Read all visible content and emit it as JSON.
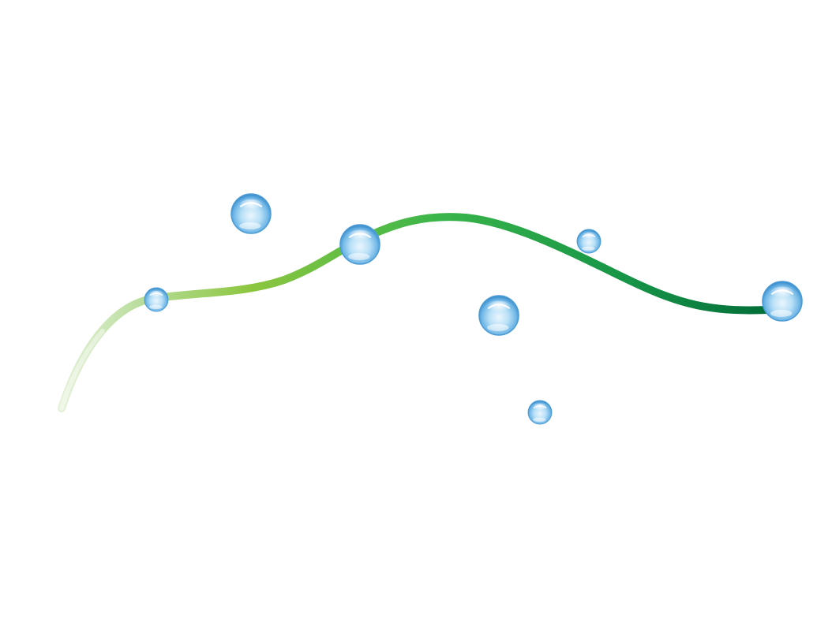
{
  "colors": {
    "background": "#ffffff",
    "curve_start": "#c6e3b3",
    "curve_light": "#8dc63f",
    "curve_mid": "#39b54a",
    "curve_end": "#006837",
    "bubble_edge": "#2e86c9",
    "bubble_core": "#9fd0f0",
    "bubble_highlight": "#ffffff"
  },
  "decor": {
    "curve": "green-wave-line",
    "bubbles": [
      "water-droplet",
      "water-droplet",
      "water-droplet",
      "water-droplet",
      "water-droplet",
      "water-droplet",
      "water-droplet"
    ]
  }
}
